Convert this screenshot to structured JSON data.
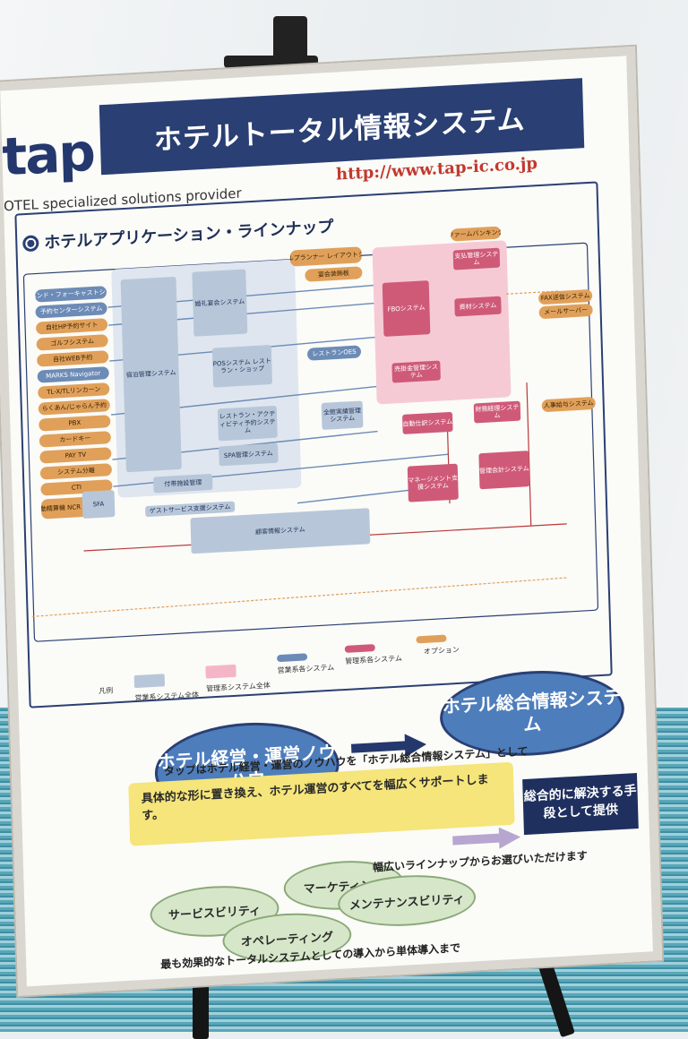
{
  "poster": {
    "logo": "tap",
    "title": "ホテルトータル情報システム",
    "url": "http://www.tap-ic.co.jp",
    "tagline": "OTEL specialized solutions provider",
    "section_title": "ホテルアプリケーション・ラインナップ"
  },
  "diagram": {
    "left_items": [
      "オンハンド・フォーキャストシステム",
      "予約センターシステム",
      "自社HP予約サイト",
      "ゴルフシステム",
      "自社WEB予約",
      "MARKS Navigator",
      "TL-X/TLリンカーン",
      "らくあん/じゃらん予約",
      "PBX",
      "カードキー",
      "PAY TV",
      "システム分離",
      "CTI",
      "自動精算機 NCR Hotel KIOSK"
    ],
    "grey_blocks": [
      "宿泊管理システム",
      "婚礼宴会システム",
      "POSシステム レストラン・ショップ",
      "レストラン・アクティビティ予約システム",
      "SPA管理システム",
      "付帯施設管理",
      "顧客情報システム",
      "SFA",
      "ゲストサービス支援システム",
      "全館実績管理システム"
    ],
    "pink_blocks": [
      "FBOシステム",
      "支払管理システム",
      "資材システム",
      "売掛金管理システム",
      "自動仕訳システム",
      "財務経理システム",
      "マネージメント支援システム",
      "管理会計システム"
    ],
    "orange_right": [
      "ファームバンキング",
      "FAX送信システム",
      "メールサーバー",
      "人事給与システム"
    ],
    "orange_top": [
      "テーブルプランナー レイアウトシステム",
      "宴会装飾板"
    ],
    "blue_mid": [
      "レストランOES"
    ],
    "legend": [
      "凡例",
      "営業系システム全体",
      "管理系システム全体",
      "営業系各システム",
      "管理系各システム",
      "オプション"
    ]
  },
  "bottom": {
    "oval_left": "ホテル経営・運営ノウハウ",
    "oval_right": "ホテル総合情報システム",
    "intro": "タップはホテル経営・運営のノウハウを「ホテル総合情報システム」として",
    "yellow_text": "具体的な形に置き換え、ホテル運営のすべてを幅広くサポートします。",
    "navy_box": "総合的に解決する手段として提供",
    "green_items": [
      "マーケティング",
      "サービスビリティ",
      "メンテナンスビリティ",
      "オペレーティング"
    ],
    "line1": "幅広いラインナップからお選びいただけます",
    "line2": "最も効果的なトータルシステムとしての導入から単体導入まで"
  },
  "colors": {
    "navy": "#2a3f73",
    "url_red": "#c2392e",
    "yellow": "#f5e57a",
    "carpet": "#5aa9ba"
  }
}
